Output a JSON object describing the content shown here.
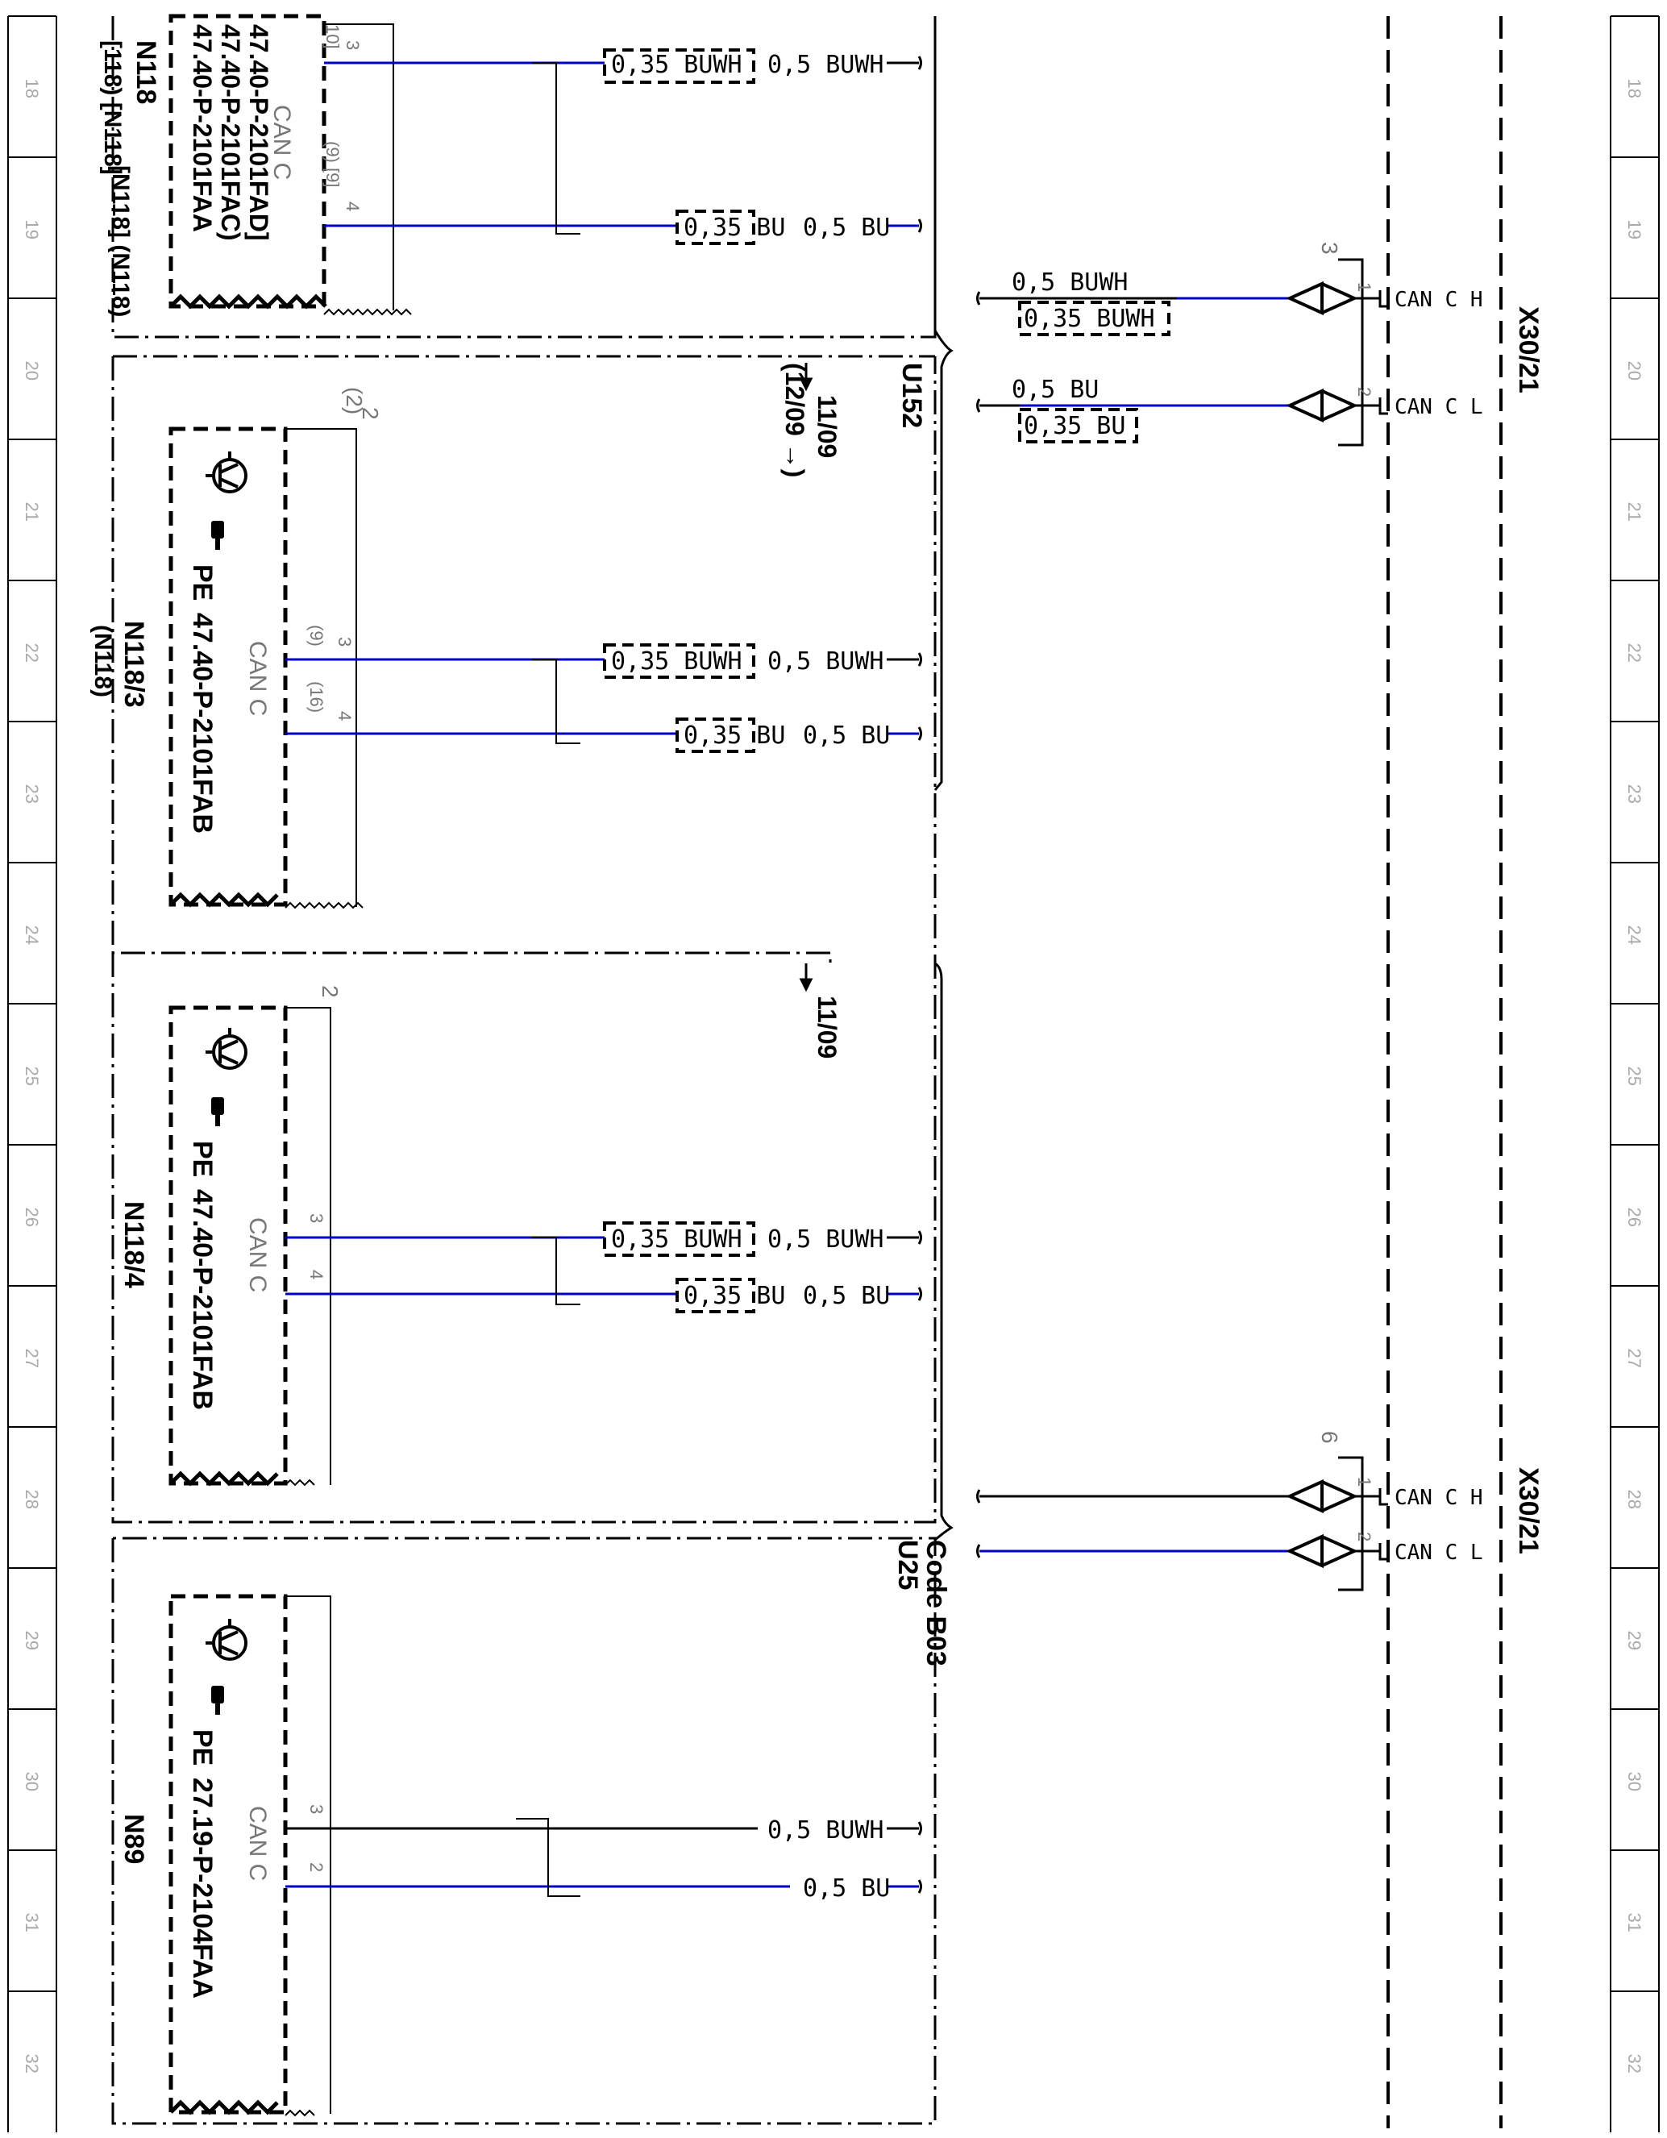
{
  "rulers": {
    "cells": [
      "18",
      "19",
      "20",
      "21",
      "22",
      "23",
      "24",
      "25",
      "26",
      "27",
      "28",
      "29",
      "30",
      "31",
      "32"
    ]
  },
  "connectors": {
    "x30_top": "X30/21",
    "x30_bottom": "X30/21"
  },
  "component_n118": {
    "id": "N118",
    "alt": "[N118] (N118)",
    "alt_top": "[118) [N118]",
    "doc1": "47.40-P-2101FAA",
    "doc2": "47.40-P-2101FAC)",
    "doc3": "47.40-P-2101FAD]",
    "can": "CAN C",
    "pin3": "3",
    "pin3_alt": "10]",
    "pin4": "4",
    "pin4_alt": "(9) [9]"
  },
  "component_n118_3": {
    "id": "N118/3",
    "alt": "(N118)",
    "doc": "47.40-P-2101FAB",
    "pe": "PE",
    "can": "CAN C",
    "pin2": "2",
    "pin2_alt": "(2)",
    "pin3": "3",
    "pin3_alt": "(9)",
    "pin4": "4",
    "pin4_alt": "(16)"
  },
  "component_n118_4": {
    "id": "N118/4",
    "doc": "47.40-P-2101FAB",
    "pe": "PE",
    "can": "CAN C",
    "pin2": "2",
    "pin3": "3",
    "pin4": "4"
  },
  "component_n89": {
    "id": "N89",
    "doc": "27.19-P-2104FAA",
    "pe": "PE",
    "can": "CAN C",
    "pin2": "2",
    "pin3": "3"
  },
  "groups": {
    "u152": "U152",
    "u25": "U25",
    "code": "Code B03"
  },
  "references": {
    "ref1": "11/09",
    "ref1_alt": "(12/09 →)",
    "ref2": "11/09"
  },
  "wires": {
    "w1_inner": "0,35 BUWH",
    "w1_outer": "0,5 BUWH",
    "w2_inner": "0,35 BU",
    "w2_outer": "0,5 BU",
    "w3_inner": "0,35 BUWH",
    "w3_outer": "0,5 BUWH",
    "w4_inner": "0,35 BU",
    "w4_outer": "0,5 BU",
    "w5_inner": "0,35 BUWH",
    "w5_outer": "0,5 BUWH",
    "w6_inner": "0,35 BU",
    "w6_outer": "0,5 BU",
    "w7_outer": "0,5 BUWH",
    "w8_outer": "0,5 BU",
    "r1_outer": "0,5 BUWH",
    "r1_inner": "0,35 BUWH",
    "r2_outer": "0,5 BU",
    "r2_inner": "0,35 BU"
  },
  "pins_right": {
    "top_group": "3",
    "top_pin1": "1",
    "top_pin2": "2",
    "top_can_h": "CAN C H",
    "top_can_l": "CAN C L",
    "bot_group": "6",
    "bot_pin1": "1",
    "bot_pin2": "2",
    "bot_can_h": "CAN C H",
    "bot_can_l": "CAN C L"
  },
  "colors": {
    "wire_blue": "#0000c8",
    "line": "#000000",
    "grey_text": "#777777",
    "ruler": "#aaaaaa"
  }
}
